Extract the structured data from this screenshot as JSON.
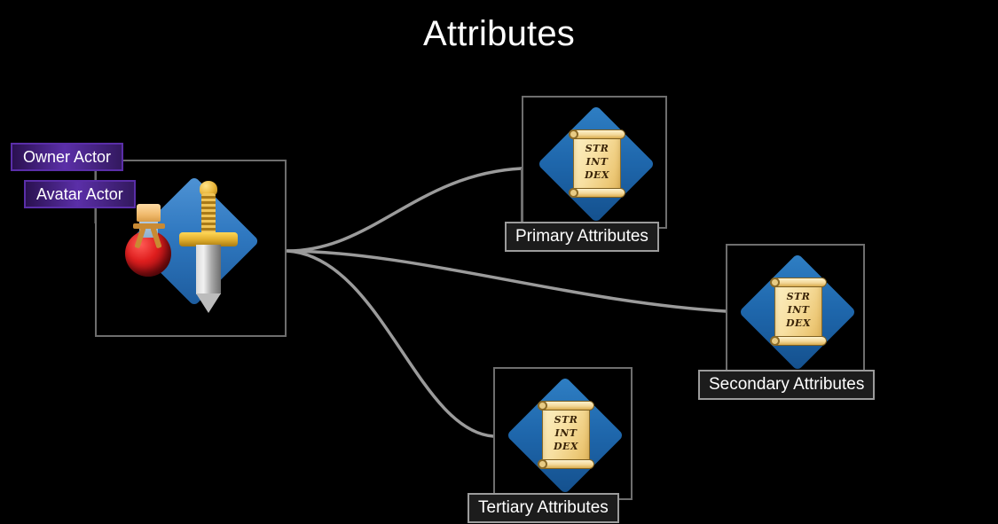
{
  "page": {
    "title": "Attributes",
    "background_color": "#000000",
    "title_color": "#ffffff"
  },
  "colors": {
    "frame_border": "#6e6e6e",
    "caption_border": "#9b9b9b",
    "caption_fill": "#1c1c1c",
    "diamond_blue": "#2f78c0",
    "actor_tag_purple": "#5b2fa8",
    "wire": "#9b9b9b"
  },
  "actor_tags": [
    {
      "label": "Owner Actor",
      "name": "owner-actor-tag"
    },
    {
      "label": "Avatar Actor",
      "name": "avatar-actor-tag"
    }
  ],
  "nodes": {
    "source": {
      "icon": "potion-sword-icon",
      "caption": ""
    },
    "primary": {
      "caption": "Primary Attributes",
      "icon": "scroll-icon",
      "stats": [
        "STR",
        "INT",
        "DEX"
      ]
    },
    "secondary": {
      "caption": "Secondary Attributes",
      "icon": "scroll-icon",
      "stats": [
        "STR",
        "INT",
        "DEX"
      ]
    },
    "tertiary": {
      "caption": "Tertiary Attributes",
      "icon": "scroll-icon",
      "stats": [
        "STR",
        "INT",
        "DEX"
      ]
    }
  },
  "stats_text": {
    "str": "STR",
    "int": "INT",
    "dex": "DEX"
  }
}
